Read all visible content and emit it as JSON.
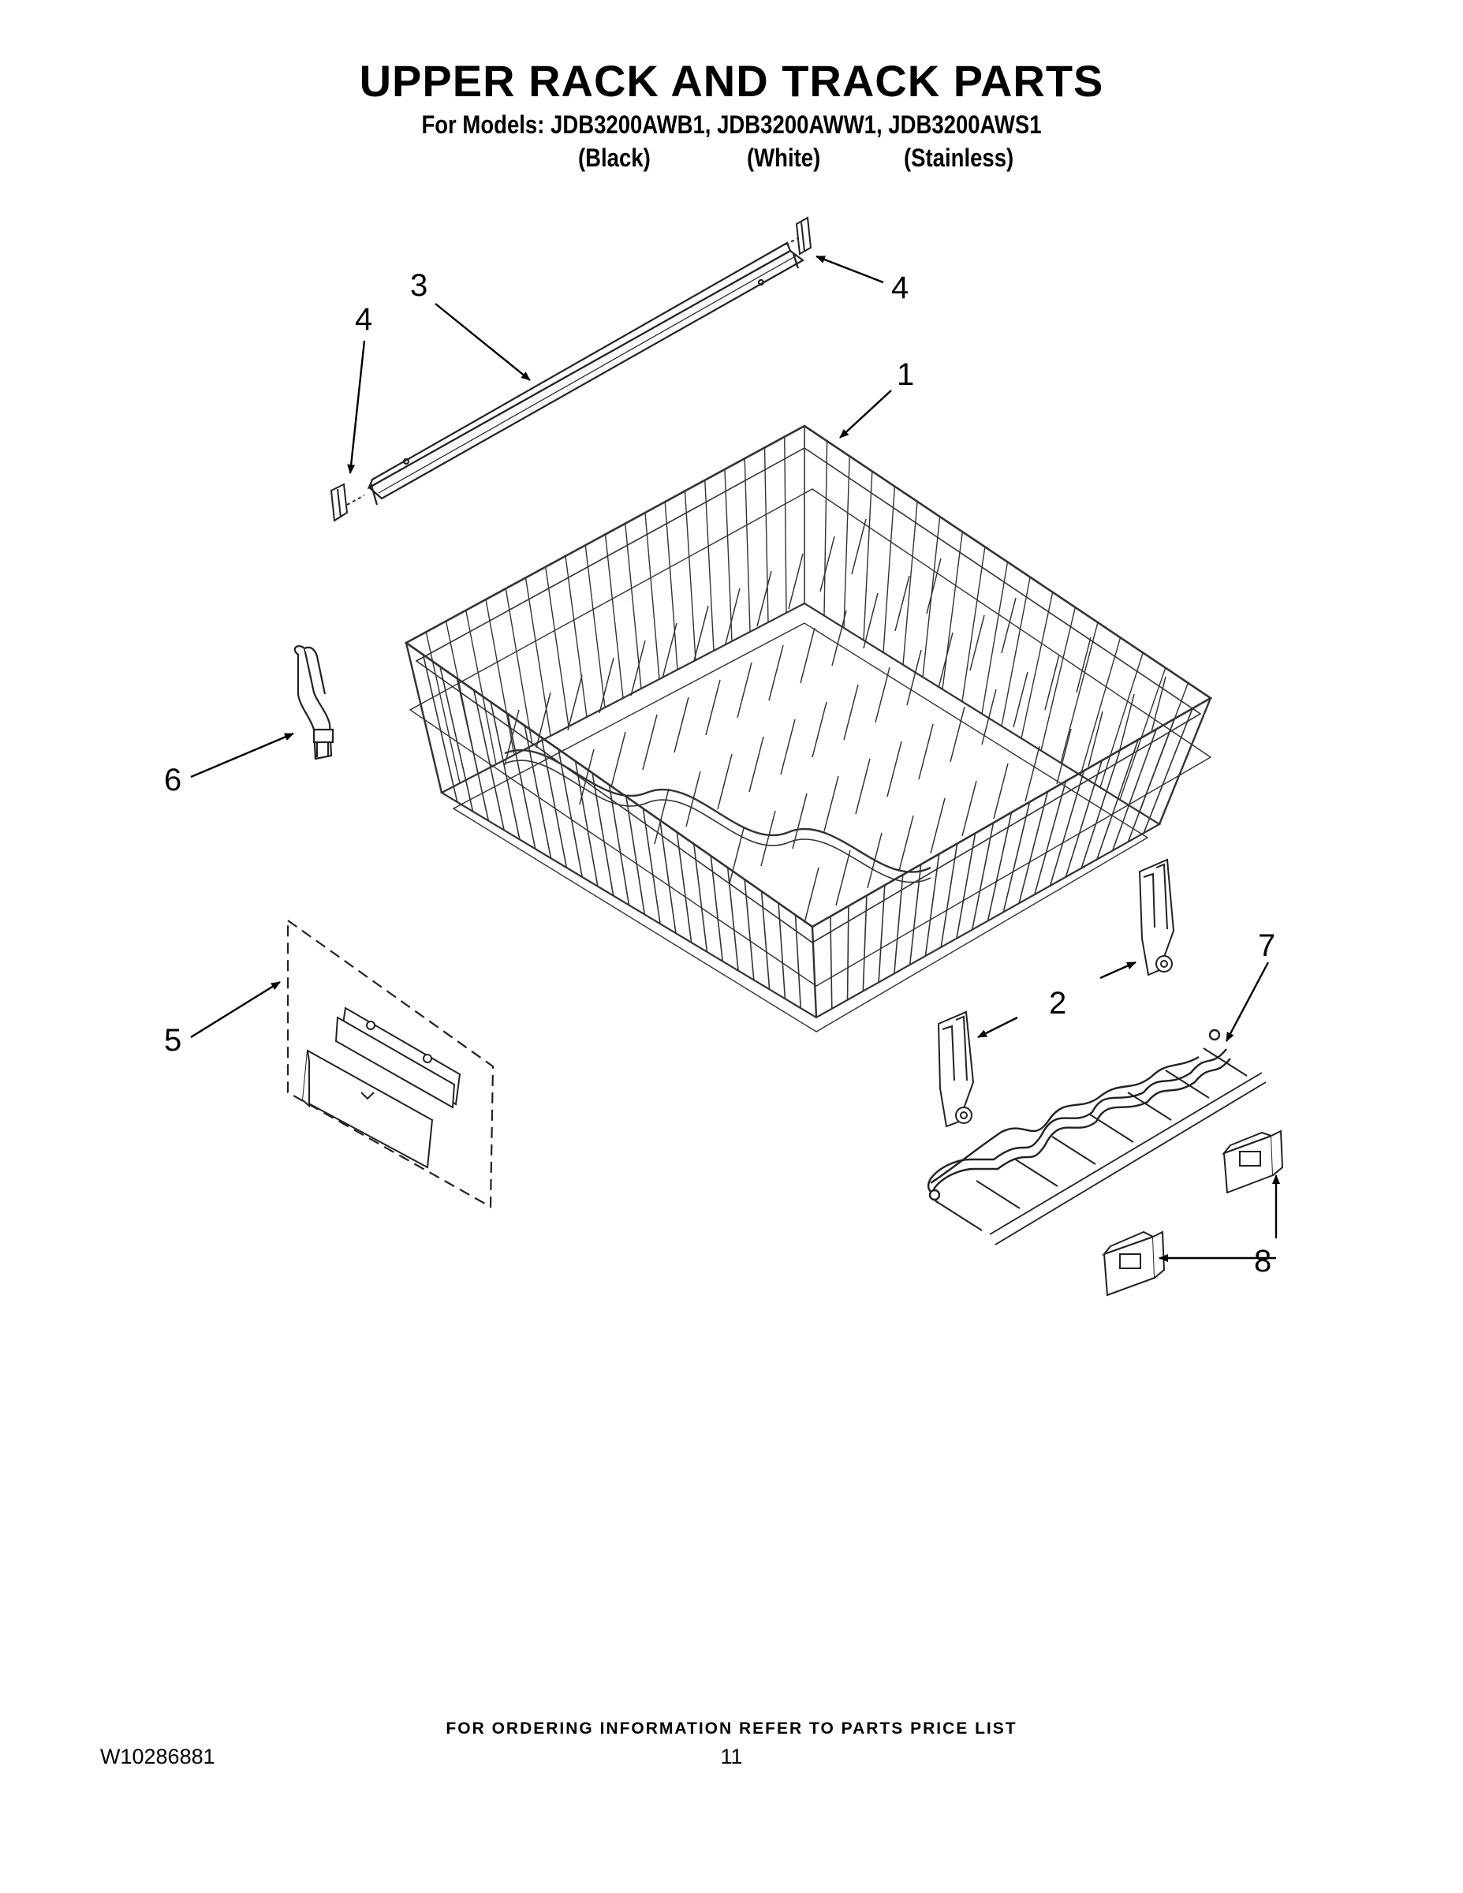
{
  "header": {
    "title": "UPPER RACK AND TRACK PARTS",
    "models_line": "For Models: JDB3200AWB1, JDB3200AWW1, JDB3200AWS1",
    "variants": [
      "(Black)",
      "(White)",
      "(Stainless)"
    ]
  },
  "callouts": {
    "c1": "1",
    "c2": "2",
    "c3": "3",
    "c4a": "4",
    "c4b": "4",
    "c5": "5",
    "c6": "6",
    "c7": "7",
    "c8": "8"
  },
  "footer": {
    "note": "FOR ORDERING INFORMATION REFER TO PARTS PRICE LIST",
    "doc_number": "W10286881",
    "page_number": "11"
  }
}
